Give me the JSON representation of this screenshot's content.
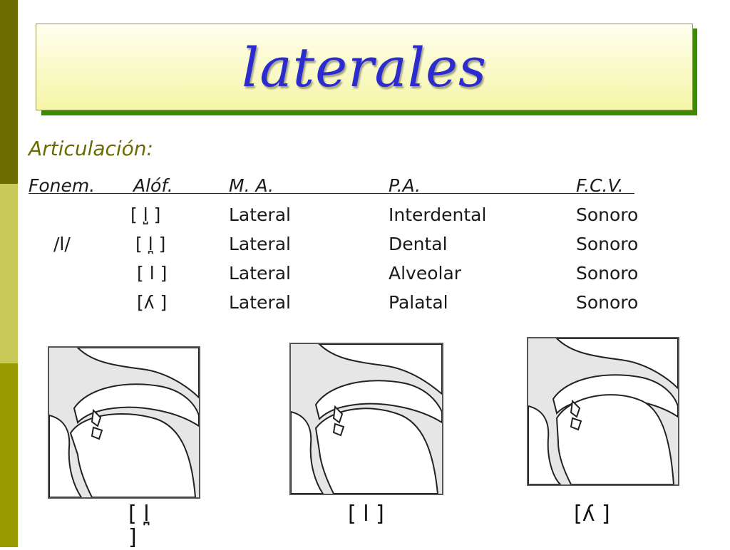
{
  "slide": {
    "title": "laterales",
    "heading": "Articulación:",
    "table": {
      "headers": [
        "Fonem.",
        "Alóf.",
        "M. A.",
        "P.A.",
        "F.C.V."
      ],
      "phoneme": "/l/",
      "rows": [
        {
          "allophone": "[ l̺ ]",
          "manner": "Lateral",
          "place": "Interdental",
          "voicing": "Sonoro"
        },
        {
          "allophone": "[ l̪ ]",
          "manner": "Lateral",
          "place": "Dental",
          "voicing": "Sonoro"
        },
        {
          "allophone": "[ l ]",
          "manner": "Lateral",
          "place": "Alveolar",
          "voicing": "Sonoro"
        },
        {
          "allophone": "[ʎ ]",
          "manner": "Lateral",
          "place": "Palatal",
          "voicing": "Sonoro"
        }
      ]
    },
    "diagrams": [
      {
        "caption_line1": "[ l̪",
        "caption_line2": "]"
      },
      {
        "caption_line1": "[ l ]"
      },
      {
        "caption_line1": "[ʎ ]"
      }
    ],
    "colors": {
      "sidebar_dark": "#6b6b00",
      "sidebar_light": "#c9c95a",
      "sidebar_mid": "#999900",
      "title_text": "#2b2bd0",
      "title_shadow_bar": "#3c8c00",
      "heading": "#6b6b00"
    }
  }
}
